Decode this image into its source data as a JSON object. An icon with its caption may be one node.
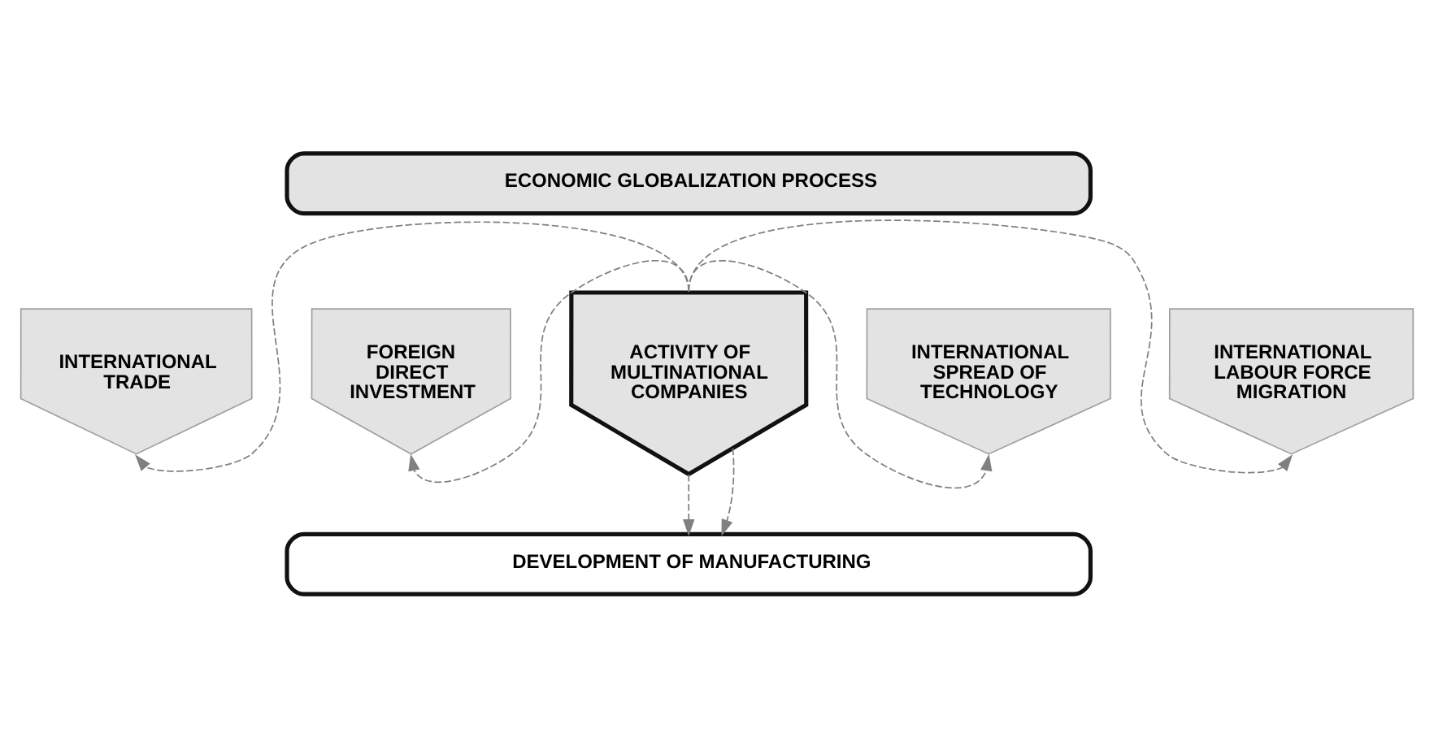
{
  "diagram": {
    "nodes": [
      {
        "text": [
          "ECONOMIC GLOBALIZATION PROCESS"
        ]
      },
      {
        "text": [
          "INTERNATIONAL TRADE"
        ]
      },
      {
        "text": [
          "FOREIGN DIRECT INVESTMENT"
        ]
      },
      {
        "text": [
          "ACTIVITY OF MULTINATIONAL COMPANIES"
        ]
      },
      {
        "text": [
          "INTERNATIONAL SPREAD OF TECHNOLOGY"
        ]
      },
      {
        "text": [
          "INTERNATIONAL LABOUR FORCE MIGRATION"
        ]
      },
      {
        "text": [
          "DEVELOPMENT OF MANUFACTURING"
        ]
      }
    ],
    "edges": [
      {
        "from": 3,
        "to": 1,
        "arrow": "to",
        "style": "dashed",
        "color": "#808080"
      },
      {
        "from": 3,
        "to": 2,
        "arrow": "to",
        "style": "dashed",
        "color": "#808080"
      },
      {
        "from": 3,
        "to": 6,
        "arrow": "to",
        "style": "dashed",
        "color": "#808080"
      },
      {
        "from": 3,
        "to": 4,
        "arrow": "to",
        "style": "dashed",
        "color": "#808080"
      },
      {
        "from": 3,
        "to": 5,
        "arrow": "to",
        "style": "dashed",
        "color": "#808080"
      },
      {
        "from": 3,
        "to": 6,
        "arrow": "to",
        "style": "dashed",
        "color": "#808080"
      }
    ]
  }
}
